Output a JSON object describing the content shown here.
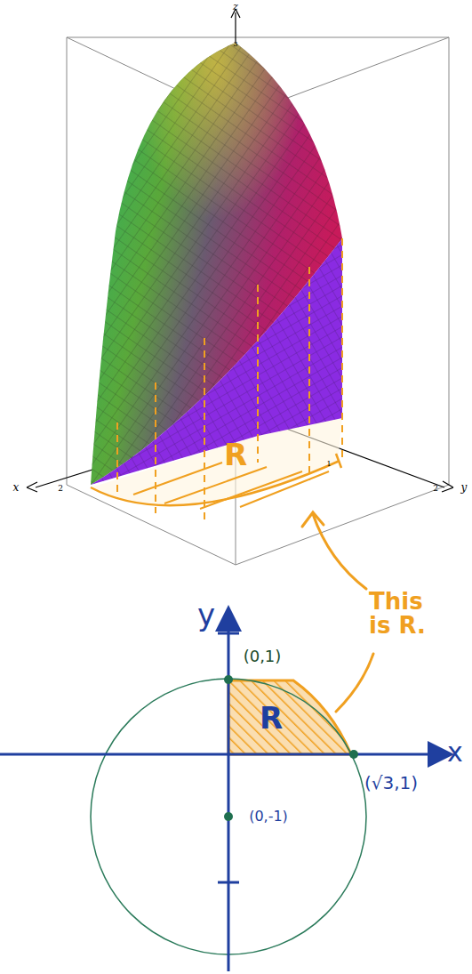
{
  "diagram": {
    "labels": [
      "z",
      "3",
      "x",
      "2",
      "2",
      "y",
      "1",
      "R",
      "This is R.",
      "y",
      "(0,1)",
      "x",
      "(√3,1)",
      "(0,-1)",
      "R"
    ]
  }
}
